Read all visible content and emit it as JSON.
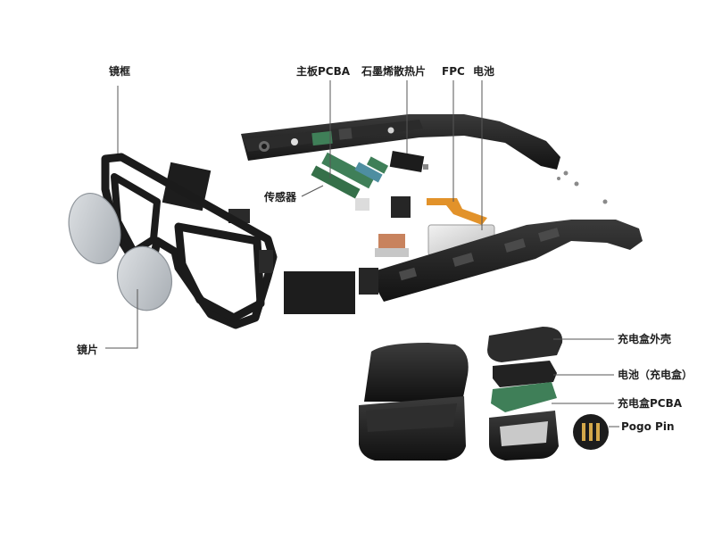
{
  "diagram": {
    "labels": {
      "frame": "镜框",
      "lens": "镜片",
      "main_pcba": "主板PCBA",
      "graphene_heatsink": "石墨烯散热片",
      "fpc": "FPC",
      "battery": "电池",
      "sensor": "传感器",
      "case_shell": "充电盒外壳",
      "case_battery": "电池（充电盒）",
      "case_pcba": "充电盒PCBA",
      "pogo_pin": "Pogo Pin"
    },
    "colors": {
      "frame": "#1b1b1b",
      "lens": "#c9ced3",
      "pcb_green": "#3f7f58",
      "fpc_orange": "#e2922a",
      "heatsink_copper": "#c8835e",
      "leader_line": "#555555"
    }
  }
}
